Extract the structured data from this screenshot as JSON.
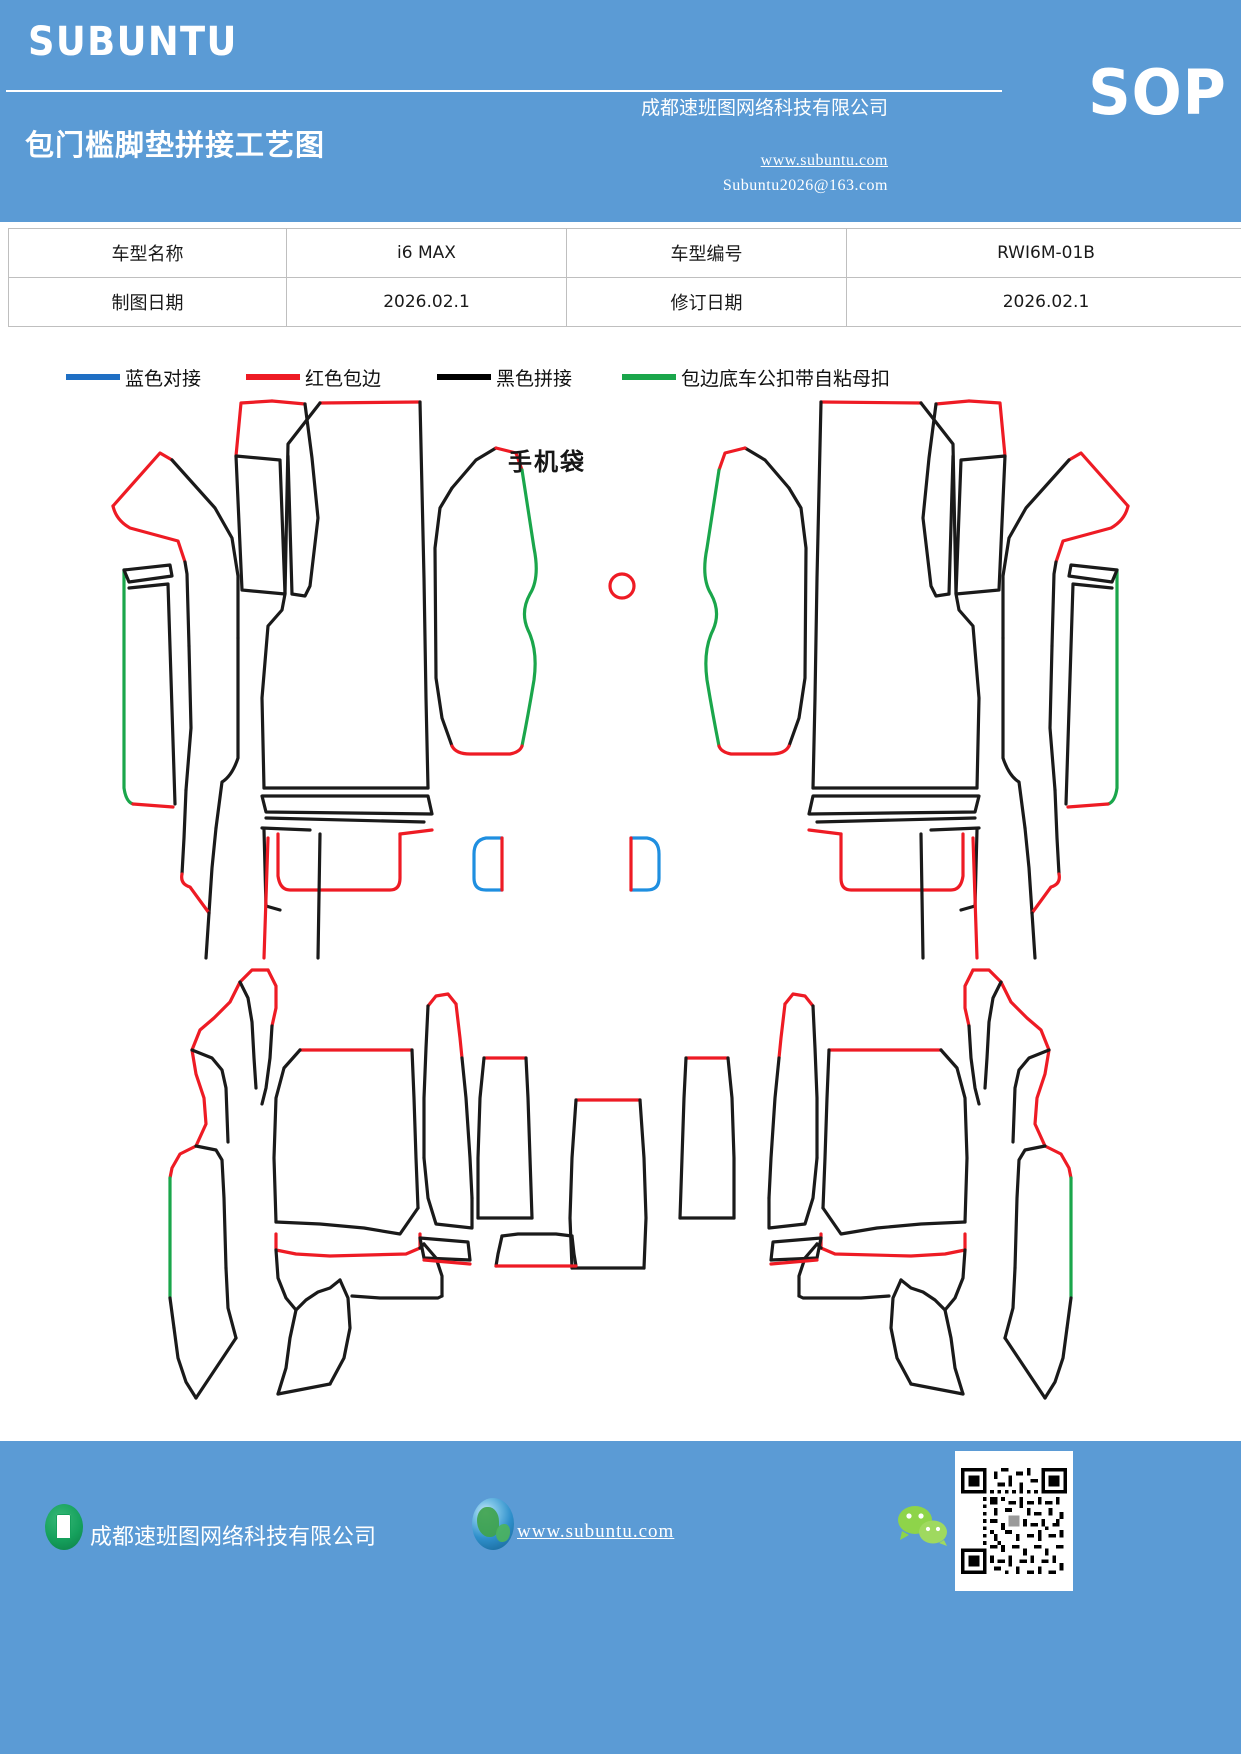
{
  "header": {
    "brand": "SUBUNTU",
    "doc_title": "包门槛脚垫拼接工艺图",
    "company": "成都速班图网络科技有限公司",
    "url": "www.subuntu.com",
    "email": "Subuntu2026@163.com",
    "sop_badge": "SOP",
    "bg_color": "#5b9bd5"
  },
  "info_table": {
    "rows": [
      {
        "label_1": "车型名称",
        "value_1": "i6 MAX",
        "label_2": "车型编号",
        "value_2": "RWI6M-01B"
      },
      {
        "label_1": "制图日期",
        "value_1": "2026.02.1",
        "label_2": "修订日期",
        "value_2": "2026.02.1"
      }
    ]
  },
  "legend": {
    "items": [
      {
        "color": "#1f6fc4",
        "label": "蓝色对接",
        "icon": "line-swatch-blue"
      },
      {
        "color": "#ee1b24",
        "label": "红色包边",
        "icon": "line-swatch-red"
      },
      {
        "color": "#000000",
        "label": "黑色拼接",
        "icon": "line-swatch-black"
      },
      {
        "color": "#1aa64b",
        "label": "包边底车公扣带自粘母扣",
        "icon": "line-swatch-green"
      }
    ]
  },
  "drawing": {
    "phone_pocket_label": "手机袋",
    "stroke_colors": {
      "black": "#1a1a1a",
      "red": "#ee1b24",
      "green": "#1aa64b",
      "blue": "#1f8fe0"
    },
    "upper_group_caption": "",
    "lower_group_caption": ""
  },
  "footer": {
    "company": "成都速班图网络科技有限公司",
    "url": "www.subuntu.com",
    "icons": [
      "building-icon",
      "globe-icon",
      "wechat-icon",
      "qr-code"
    ],
    "bg_color": "#5b9bd5"
  }
}
